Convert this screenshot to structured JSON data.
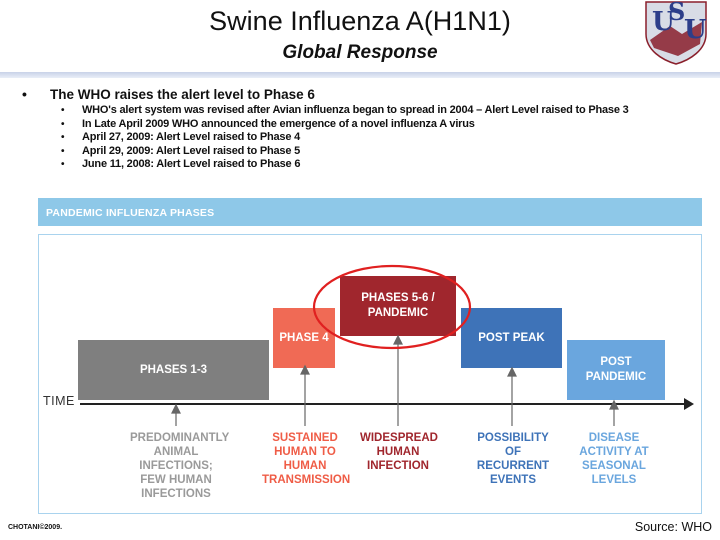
{
  "header": {
    "title": "Swine Influenza A(H1N1)",
    "subtitle": "Global Response",
    "logo_text": "USU"
  },
  "bullets": {
    "main": "The WHO raises the alert level to Phase 6",
    "sub": [
      "WHO's alert system was revised after Avian influenza began to spread in 2004 – Alert Level raised to Phase 3",
      "In Late April 2009 WHO announced the emergence of a novel influenza A virus",
      "April 27, 2009:   Alert Level raised to Phase 4",
      "April 29, 2009:   Alert Level raised to Phase 5",
      "June 11, 2008:  Alert Level raised to Phase 6"
    ]
  },
  "diagram": {
    "banner": "PANDEMIC INFLUENZA PHASES",
    "time_label": "TIME",
    "phases": [
      {
        "label": "PHASES 1-3",
        "color": "#7f7f7f"
      },
      {
        "label": "PHASE 4",
        "color": "#f06a55"
      },
      {
        "label": "PHASES 5-6 / PANDEMIC",
        "color": "#a0262d"
      },
      {
        "label": "POST PEAK",
        "color": "#3e73b8"
      },
      {
        "label": "POST PANDEMIC",
        "color": "#6aa6de"
      }
    ],
    "descriptions": [
      {
        "text": "PREDOMINANTLY ANIMAL INFECTIONS; FEW HUMAN INFECTIONS",
        "color": "#9a9a9a"
      },
      {
        "text": "SUSTAINED HUMAN TO HUMAN TRANSMISSION",
        "color": "#ef5c46"
      },
      {
        "text": "WIDESPREAD HUMAN INFECTION",
        "color": "#a0262d"
      },
      {
        "text": "POSSIBILITY OF RECURRENT EVENTS",
        "color": "#3e73b8"
      },
      {
        "text": "DISEASE ACTIVITY AT SEASONAL LEVELS",
        "color": "#6aa6de"
      }
    ],
    "highlight_color": "#e02020"
  },
  "footer": {
    "copyright": "CHOTANI©2009.",
    "source": "Source: WHO"
  }
}
